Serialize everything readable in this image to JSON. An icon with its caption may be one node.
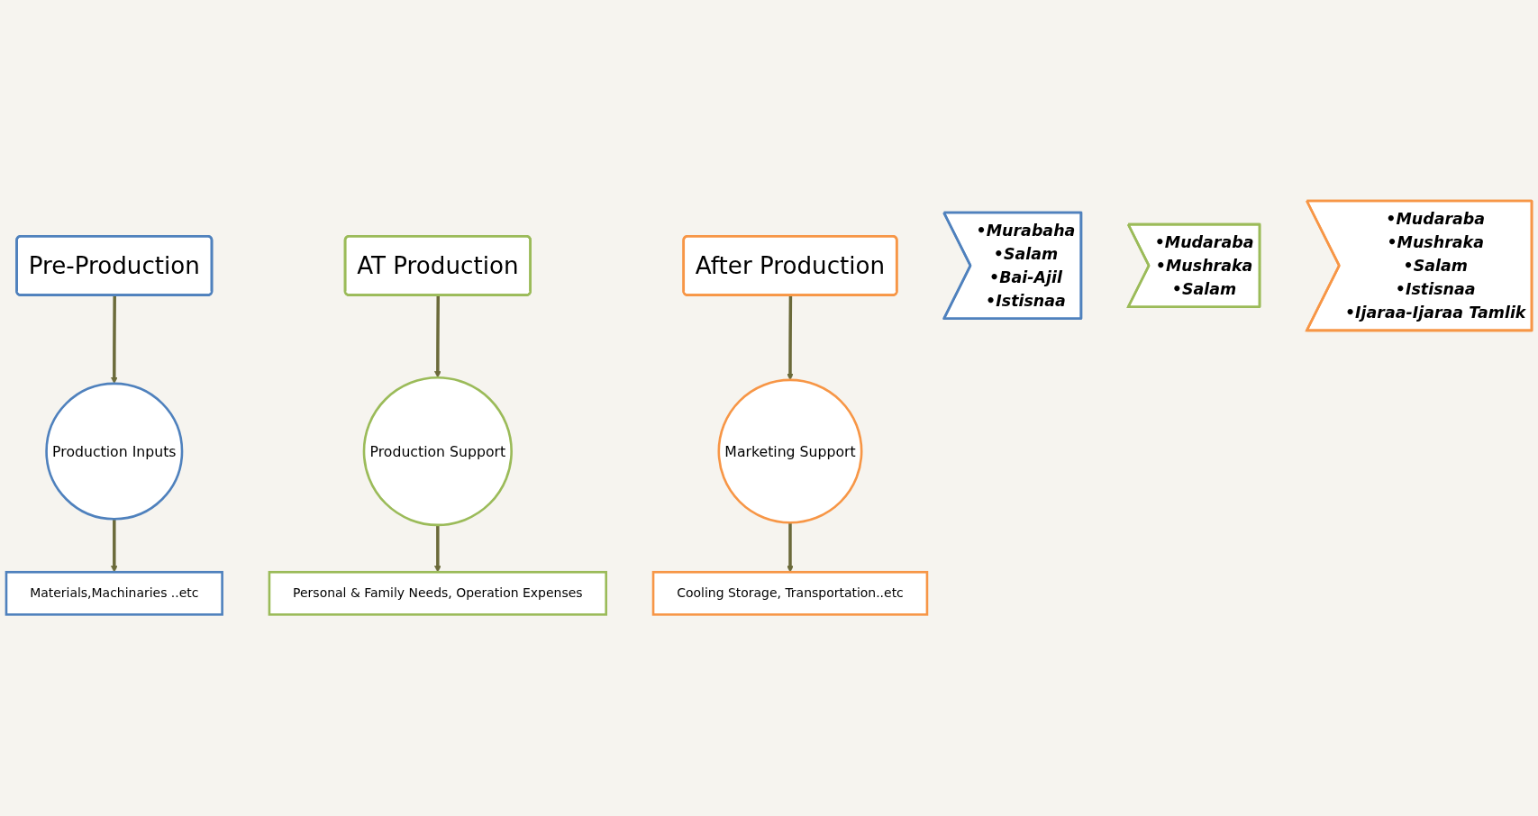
{
  "diagram": {
    "nodes": [
      {
        "text": [
          "Pre-Production"
        ]
      },
      {
        "text": [
          "AT Production"
        ]
      },
      {
        "text": [
          "After Production"
        ]
      },
      {
        "text": [
          "Production Inputs"
        ]
      },
      {
        "text": [
          "•Murabaha",
          "•Salam",
          "•Bai-Ajil",
          "•Istisnaa"
        ]
      },
      {
        "text": [
          "Materials,Machinaries ..etc"
        ]
      },
      {
        "text": [
          "Production Support"
        ]
      },
      {
        "text": [
          "•Mudaraba",
          "•Mushraka",
          "•Salam"
        ]
      },
      {
        "text": [
          "Personal & Family Needs, Operation Expenses"
        ]
      },
      {
        "text": [
          "Marketing Support"
        ]
      },
      {
        "text": [
          "•Mudaraba",
          "•Mushraka",
          "•Salam",
          "•Istisnaa",
          "•Ijaraa-Ijaraa Tamlik"
        ]
      },
      {
        "text": [
          "Cooling Storage, Transportation..etc"
        ]
      }
    ],
    "edges": [
      {
        "from": 0,
        "to": 3,
        "arrow": "to"
      },
      {
        "from": 3,
        "to": 5,
        "arrow": "to"
      },
      {
        "from": 1,
        "to": 6,
        "arrow": "to"
      },
      {
        "from": 6,
        "to": 8,
        "arrow": "to"
      },
      {
        "from": 2,
        "to": 9,
        "arrow": "to"
      },
      {
        "from": 9,
        "to": 11,
        "arrow": "to"
      }
    ]
  }
}
